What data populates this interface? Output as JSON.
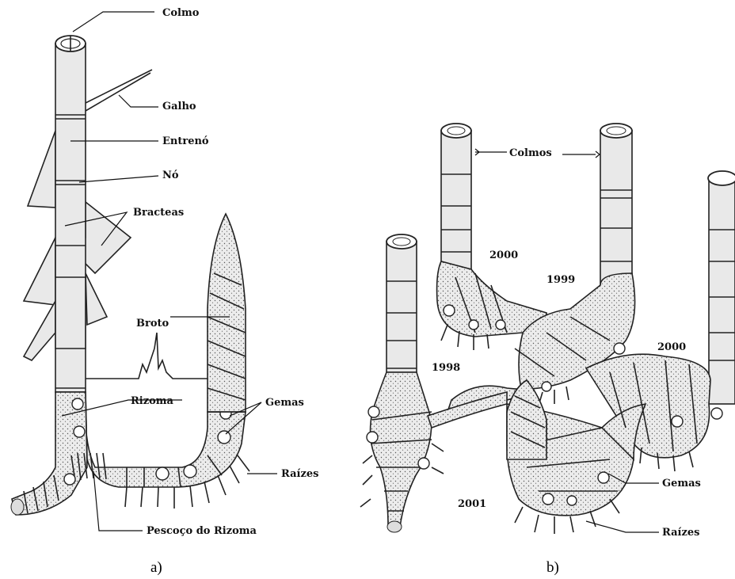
{
  "panel_a": {
    "caption": "a)",
    "labels": {
      "colmo": "Colmo",
      "galho": "Galho",
      "entreno": "Entrenó",
      "no": "Nó",
      "bracteas": "Bracteas",
      "broto": "Broto",
      "rizoma": "Rizoma",
      "gemas": "Gemas",
      "raizes": "Raízes",
      "pescoco": "Pescoço do Rizoma"
    }
  },
  "panel_b": {
    "caption": "b)",
    "labels": {
      "colmos": "Colmos",
      "y2000a": "2000",
      "y1999": "1999",
      "y2000b": "2000",
      "y1998": "1998",
      "y2001": "2001",
      "gemas": "Gemas",
      "raizes": "Raízes"
    }
  }
}
